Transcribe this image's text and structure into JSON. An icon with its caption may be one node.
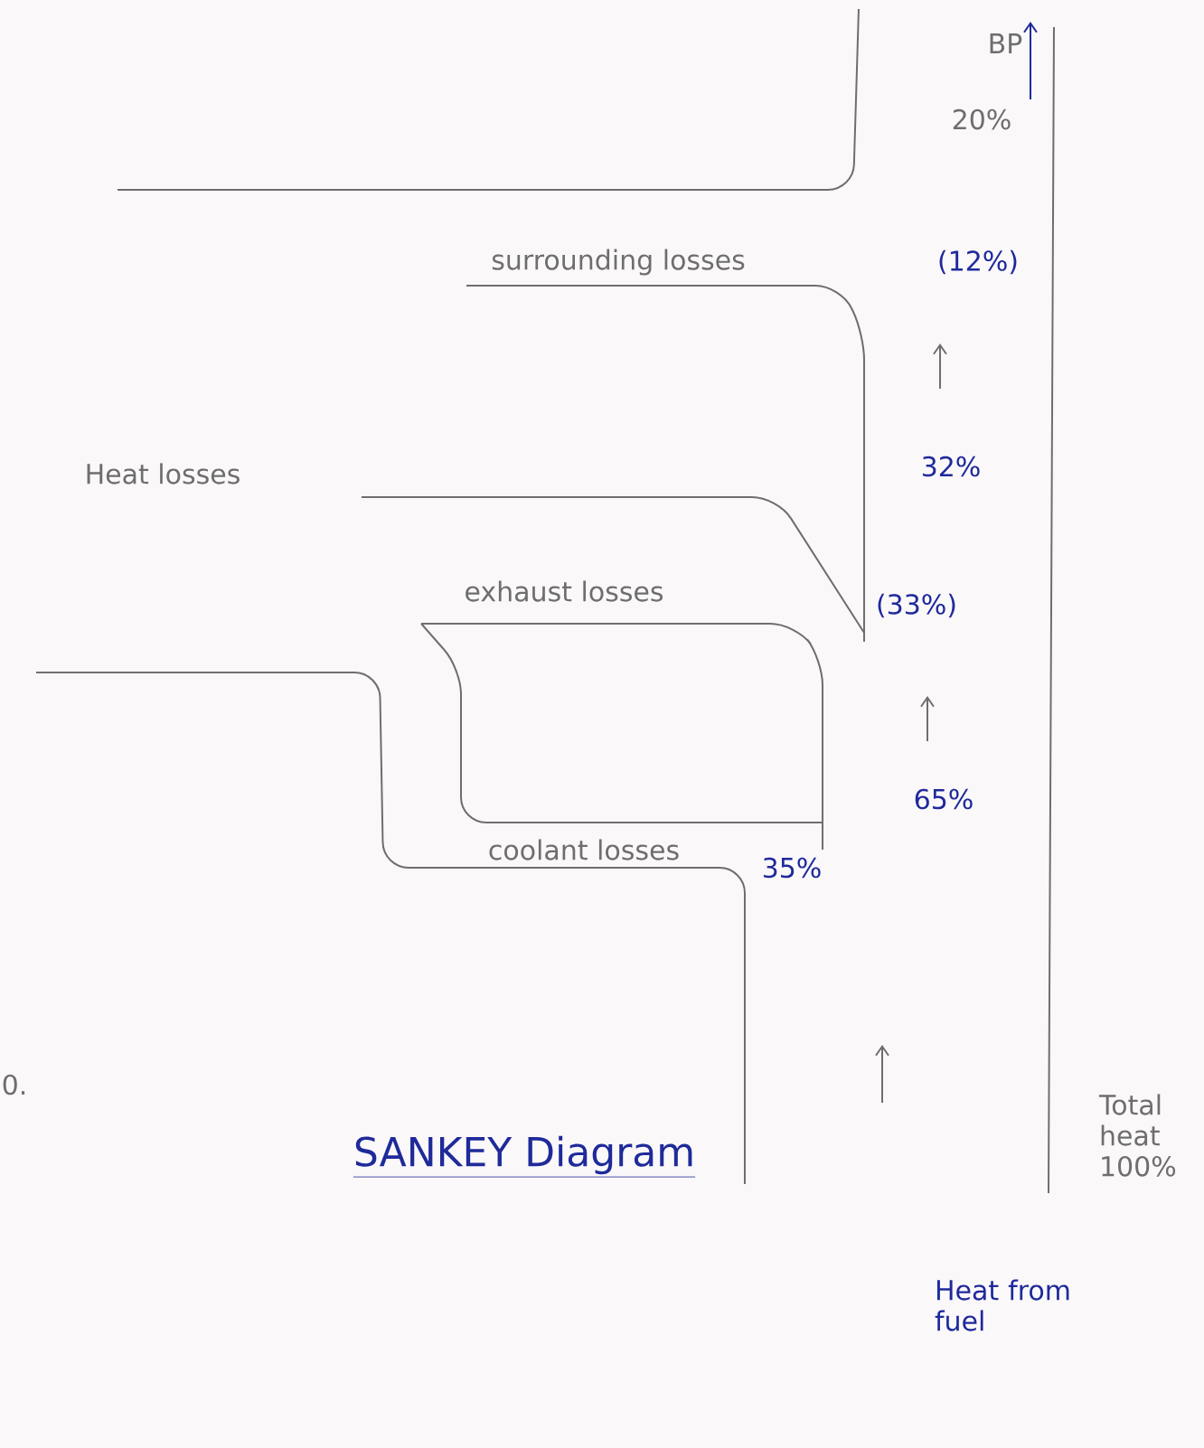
{
  "diagram": {
    "title": "SANKEY Diagram",
    "labels": [
      "BP",
      "20%",
      "surrounding losses",
      "(12%)",
      "32%",
      "Heat losses",
      "exhaust losses",
      "(33%)",
      "65%",
      "coolant losses",
      "35%",
      "0.",
      "Total heat 100%",
      "Heat from fuel"
    ]
  }
}
